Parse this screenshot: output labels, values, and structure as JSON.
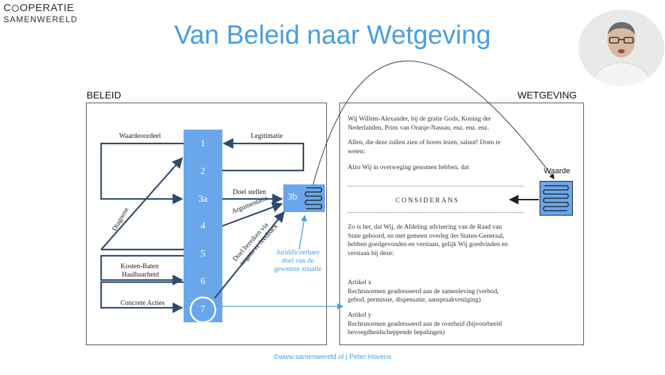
{
  "logo": {
    "line1_pre": "C",
    "line1_post": "OPERATIE",
    "line2": "SAMENWERELD"
  },
  "title": "Van Beleid naar Wetgeving",
  "left_heading": "BELEID",
  "right_heading": "WETGEVING",
  "column_labels": [
    "1",
    "2",
    "3a",
    "4",
    "5",
    "6",
    "7"
  ],
  "box_3b": "3b",
  "diagram_labels": {
    "waardeoordeel": "Waardeoordeel",
    "legitimatie": "Legitimatie",
    "doel_stellen": "Doel stellen",
    "argumentatie": "Argumentatie",
    "diagnose": "Diagnose",
    "doel_bereiken_1": "Doel bereiken via",
    "doel_bereiken_2": "negatieve feedback",
    "kosten_baten": "Kosten-Baten",
    "haalbaarheid": "Haalbaarheid",
    "concrete_acties": "Concrete Acties"
  },
  "juridificeerbare": [
    "Juridificeerbare",
    "doel van de",
    "gewenste situatie"
  ],
  "law_text": {
    "p1": [
      "Wij Willem-Alexander, bij de gratie Gods, Koning der",
      "Nederlanden, Prins van Oranje-Nassau, enz. enz. enz."
    ],
    "p2": [
      "Allen, die deze zullen zien of horen lezen, saluut! Doen te",
      "weten:"
    ],
    "p3": [
      "Alzo Wij in overweging genomen hebben, dat"
    ],
    "considerans": "CONSIDERANS",
    "p4": [
      "Zo is het, dat Wij, de Afdeling advisering van de Raad van",
      "State gehoord, en met gemeen overleg der Staten-Generaal,",
      "hebben goedgevonden en verstaan, gelijk Wij goedvinden en",
      "verstaan bij deze:"
    ],
    "artikel_x": [
      "Artikel x",
      "Rechtsnormen geadresseerd aan de samenleving (verbod,",
      "gebod, permissie, dispensatie, aanspraakvestiging)"
    ],
    "artikel_y": [
      "Artikel y",
      "Rechtsnormen geadresseerd aan de overheid (bijvoorbeeld",
      "bevoegdheidscheppende bepalingen)"
    ]
  },
  "waarde": "Waarde",
  "footer": "©www.samenwereld.nl | Peter Hovens",
  "colors": {
    "accent": "#4a9ee0",
    "box_fill": "#6aa6ea",
    "arrow": "#2f4a6e",
    "line": "#555555"
  }
}
